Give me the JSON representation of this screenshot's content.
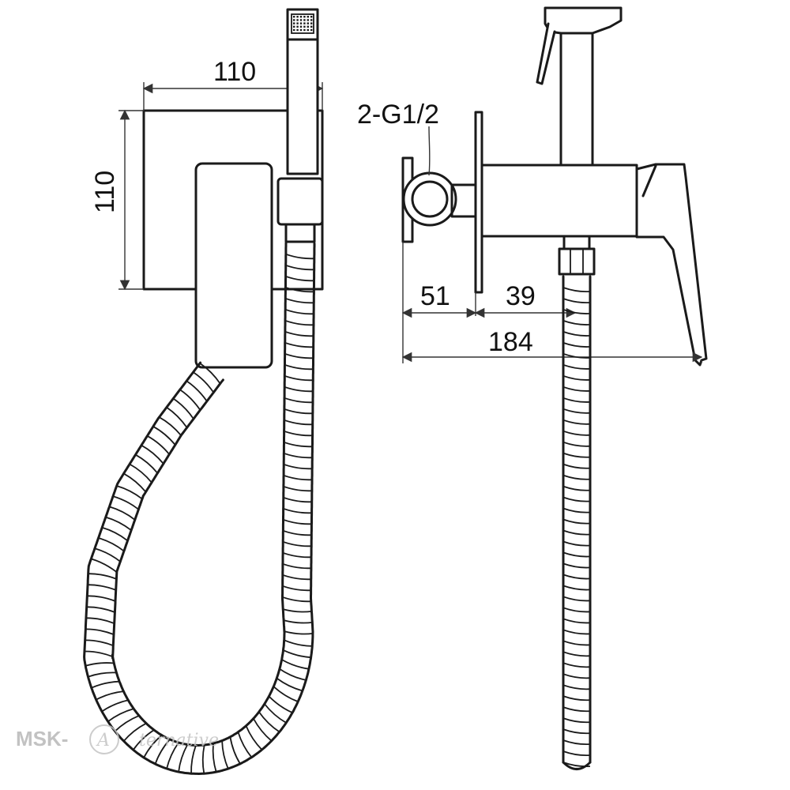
{
  "dimensions": {
    "front_plate_width": "110",
    "front_plate_height": "110",
    "connection_label": "2-G1/2",
    "wall_to_plate": "51",
    "plate_to_hose": "39",
    "overall_depth": "184"
  },
  "watermark": {
    "brand_prefix": "MSK-",
    "brand_suffix": "ternative",
    "brand_logo_letter": "A"
  },
  "colors": {
    "line": "#1a1a1a",
    "watermark": "#b8b8b8"
  }
}
